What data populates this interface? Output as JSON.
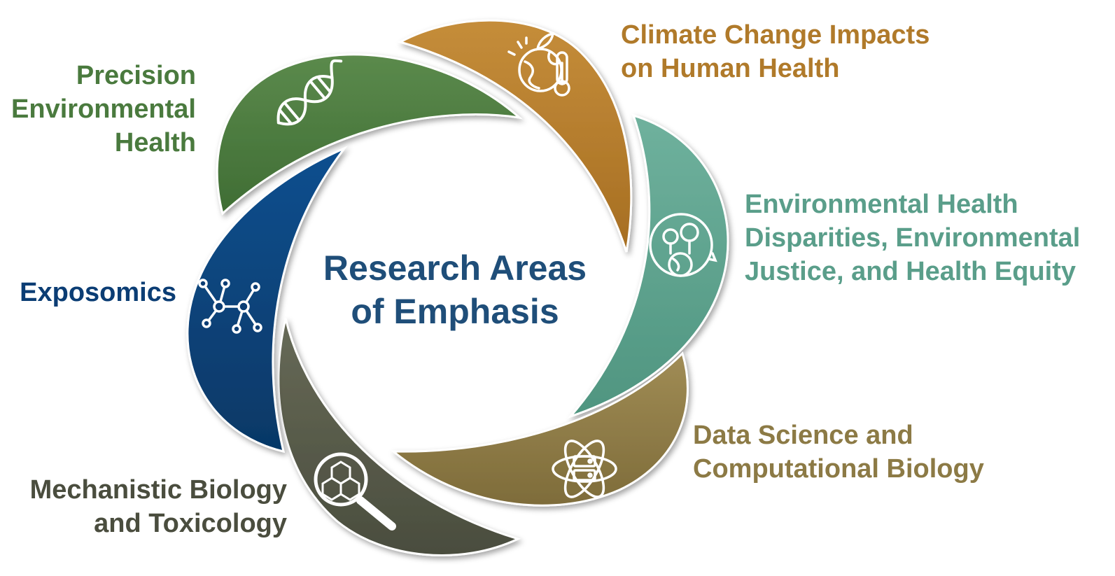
{
  "title_lines": [
    "Research Areas",
    "of Emphasis"
  ],
  "colors": {
    "title": "#1f4e79",
    "precision": "#4a7a3e",
    "climate": "#b07a2a",
    "disparities": "#5a9e8a",
    "data_science": "#8c7a45",
    "mechanistic": "#4a4d3e",
    "exposomics": "#0b3d74"
  },
  "segments": [
    {
      "id": "precision",
      "lines": [
        "Precision",
        "Environmental",
        "Health"
      ],
      "icon": "dna-icon"
    },
    {
      "id": "climate",
      "lines": [
        "Climate Change Impacts",
        "on Human Health"
      ],
      "icon": "globe-thermometer-icon"
    },
    {
      "id": "disparities",
      "lines": [
        "Environmental Health",
        "Disparities, Environmental",
        "Justice, and Health Equity"
      ],
      "icon": "trees-globe-icon"
    },
    {
      "id": "data_science",
      "lines": [
        "Data Science and",
        "Computational Biology"
      ],
      "icon": "atom-server-icon"
    },
    {
      "id": "mechanistic",
      "lines": [
        "Mechanistic Biology",
        "and Toxicology"
      ],
      "icon": "magnifier-molecule-icon"
    },
    {
      "id": "exposomics",
      "lines": [
        "Exposomics"
      ],
      "icon": "network-icon"
    }
  ]
}
